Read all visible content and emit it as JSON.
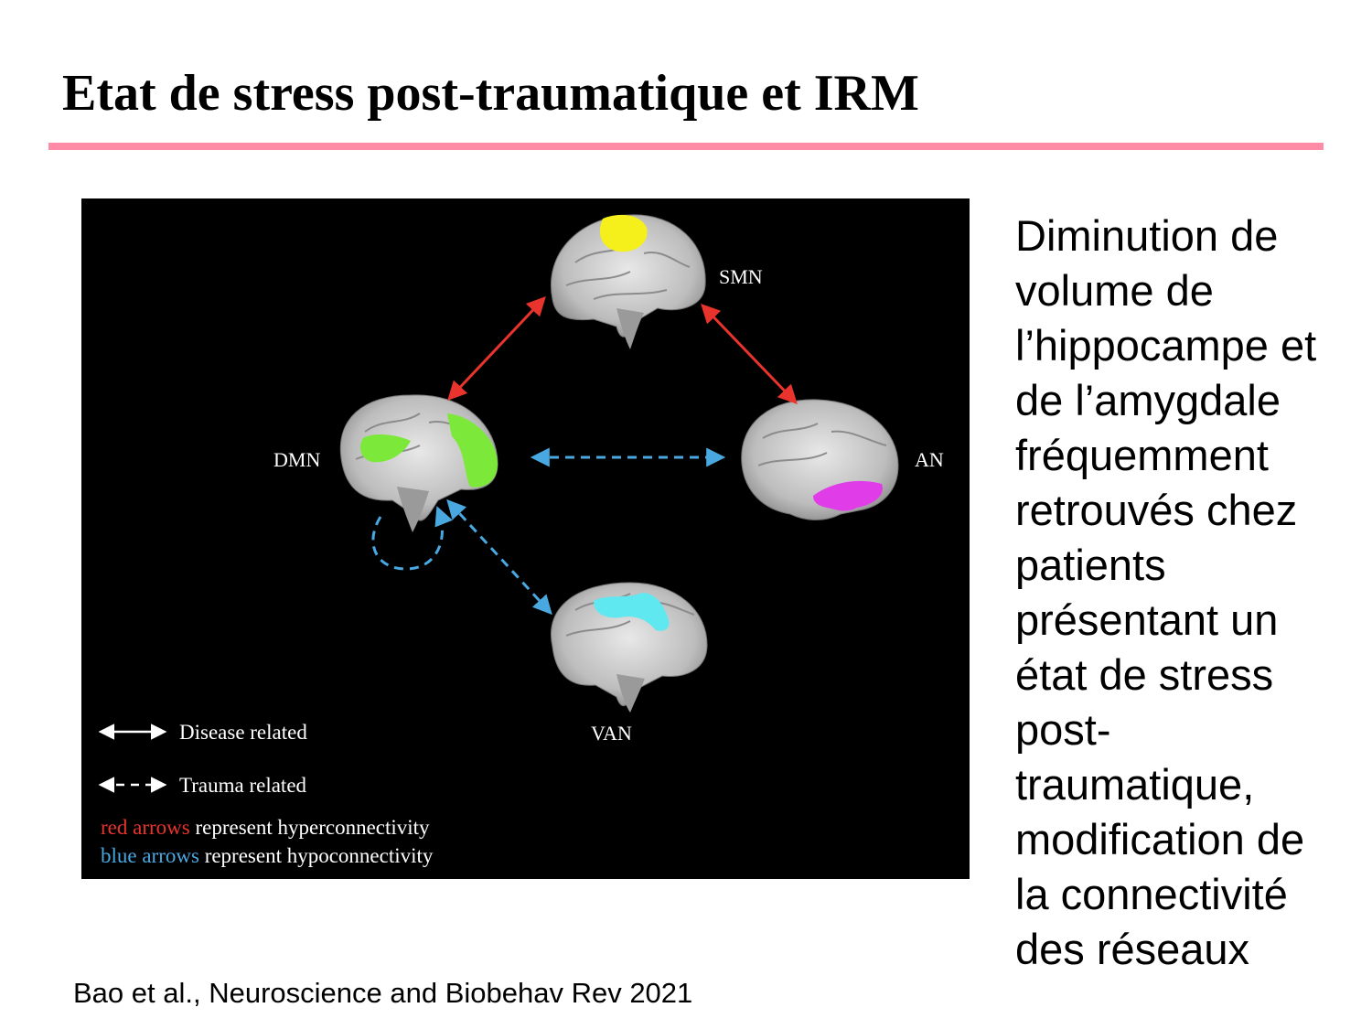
{
  "slide": {
    "title": "Etat de stress post-traumatique et IRM",
    "side_text_lines": [
      "Diminution de",
      "volume de",
      "l’hippocampe et",
      "de l’amygdale",
      "fréquemment",
      "retrouvés chez",
      "patients",
      "présentant un",
      "état de stress",
      "post-",
      "traumatique,",
      "modification de",
      "la connectivité",
      "des réseaux"
    ],
    "citation": "Bao et al., Neuroscience and Biobehav Rev 2021"
  },
  "figure": {
    "nodes": {
      "smn": {
        "label": "SMN",
        "highlight_color": "#f5f01c"
      },
      "dmn": {
        "label": "DMN",
        "highlight_color": "#7ce83a"
      },
      "an": {
        "label": "AN",
        "highlight_color": "#e03de8"
      },
      "van": {
        "label": "VAN",
        "highlight_color": "#5fe8f0"
      }
    },
    "legend": {
      "solid_label": "Disease related",
      "dashed_label": "Trauma related",
      "red_prefix": "red arrows",
      "red_suffix": " represent hyperconnectivity",
      "blue_prefix": "blue arrows",
      "blue_suffix": " represent hypoconnectivity"
    },
    "colors": {
      "red_arrow": "#e8342c",
      "blue_arrow": "#4aa8e0",
      "background": "#000000"
    }
  }
}
